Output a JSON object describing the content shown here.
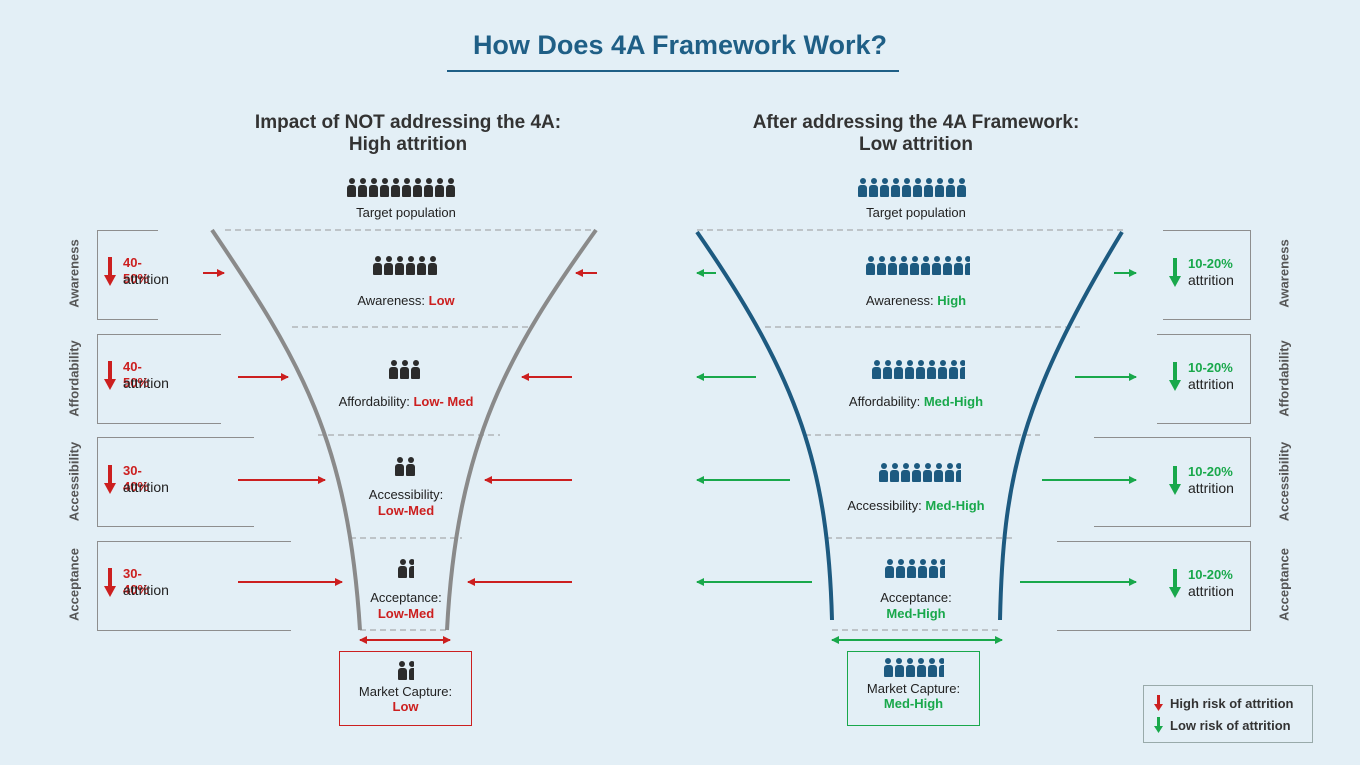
{
  "title": "How Does 4A Framework Work?",
  "left": {
    "heading_line1": "Impact of NOT addressing the 4A:",
    "heading_line2": "High attrition",
    "target": "Target population",
    "levels": [
      {
        "label": "Awareness:",
        "value": "Low",
        "people": 6
      },
      {
        "label": "Affordability:",
        "value": "Low- Med",
        "people": 3
      },
      {
        "label": "Accessibility:",
        "value": "Low-Med",
        "people": 2
      },
      {
        "label": "Acceptance:",
        "value": "Low-Med",
        "people": 1.5
      }
    ],
    "stages": [
      {
        "name": "Awareness",
        "pct": "40-50%",
        "attrition": "attrition"
      },
      {
        "name": "Affordability",
        "pct": "40-50%",
        "attrition": "attrition"
      },
      {
        "name": "Accessibility",
        "pct": "30-40%",
        "attrition": "attrition"
      },
      {
        "name": "Acceptance",
        "pct": "30-40%",
        "attrition": "attrition"
      }
    ],
    "capture_label": "Market Capture:",
    "capture_value": "Low"
  },
  "right": {
    "heading_line1": "After addressing the 4A Framework:",
    "heading_line2": "Low attrition",
    "target": "Target population",
    "levels": [
      {
        "label": "Awareness:",
        "value": "High",
        "people": 9.5
      },
      {
        "label": "Affordability:",
        "value": "Med-High",
        "people": 8.5
      },
      {
        "label": "Accessibility:",
        "value": "Med-High",
        "people": 7.5
      },
      {
        "label": "Acceptance:",
        "value": "Med-High",
        "people": 5.5
      }
    ],
    "stages": [
      {
        "name": "Awareness",
        "pct": "10-20%",
        "attrition": "attrition"
      },
      {
        "name": "Affordability",
        "pct": "10-20%",
        "attrition": "attrition"
      },
      {
        "name": "Accessibility",
        "pct": "10-20%",
        "attrition": "attrition"
      },
      {
        "name": "Acceptance",
        "pct": "10-20%",
        "attrition": "attrition"
      }
    ],
    "capture_label": "Market Capture:",
    "capture_value": "Med-High"
  },
  "legend": {
    "high": "High risk of attrition",
    "low": "Low risk of attrition"
  },
  "colors": {
    "title": "#1f5f86",
    "red": "#cc1f1f",
    "green": "#19a84b",
    "funnel_left": "#8a8a8a",
    "funnel_right": "#1d5a80",
    "background": "#e3eff6"
  },
  "icons": {
    "people": "person-icon",
    "high_risk": "red-down-arrow-icon",
    "low_risk": "green-down-arrow-icon"
  }
}
